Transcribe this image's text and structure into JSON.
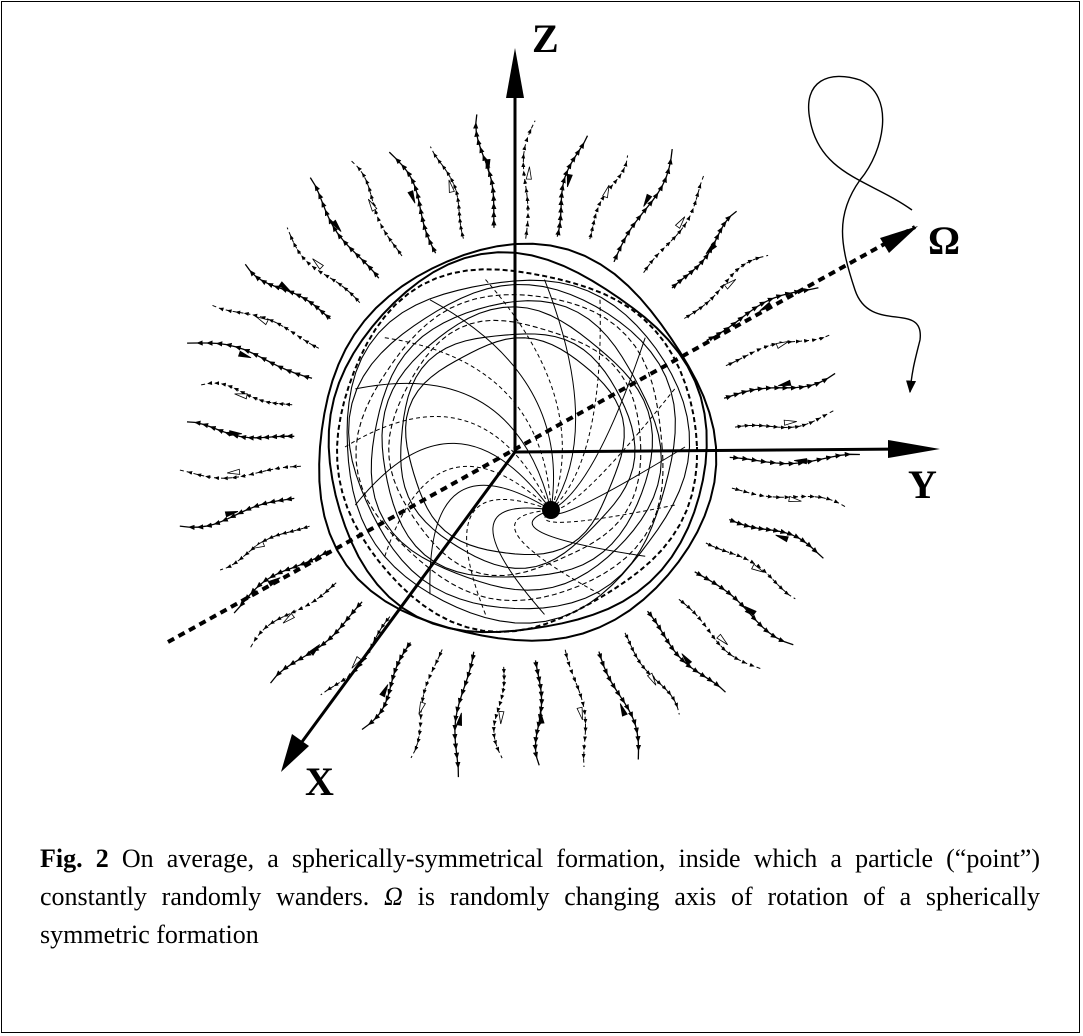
{
  "figure": {
    "axis_labels": {
      "z": "Z",
      "y": "Y",
      "x": "X",
      "omega": "Ω"
    }
  },
  "caption": {
    "label": "Fig. 2",
    "text_part1": " On average, a spherically-symmetrical formation, inside which a particle (“point”) constantly randomly wanders. ",
    "omega_symbol": "Ω",
    "text_part2": " is randomly changing axis of rotation of a spherically symmetric formation"
  },
  "colors": {
    "ink": "#000000",
    "background": "#ffffff"
  }
}
